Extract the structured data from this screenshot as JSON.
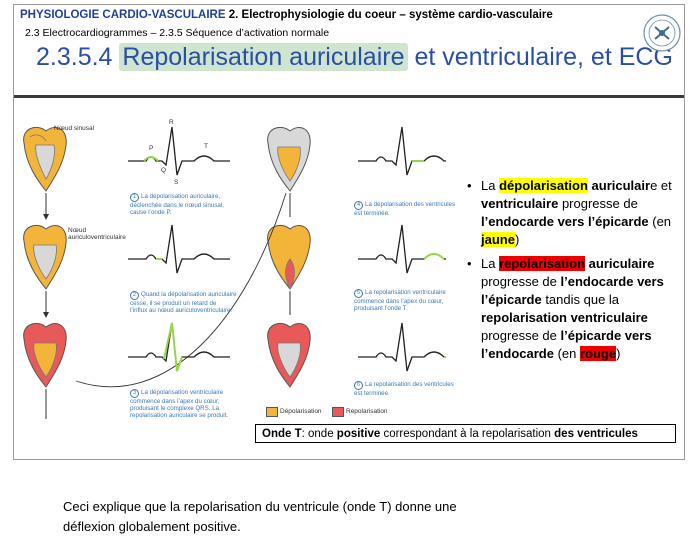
{
  "header": {
    "course": "PHYSIOLOGIE CARDIO-VASCULAIRE",
    "chapter": "2. Electrophysiologie du coeur – système cardio-vasculaire",
    "subsection": "2.3 Electrocardiogrammes – 2.3.5 Séquence d’activation normale"
  },
  "title": {
    "number": "2.3.5.4",
    "highlight": "Repolarisation auriculaire",
    "rest": "et ventriculaire, et ECG"
  },
  "figure": {
    "label_sinus": "Nœud sinusal",
    "label_av_1": "Nœud",
    "label_av_2": "auriculoventriculaire",
    "wave_p": "P",
    "wave_q": "Q",
    "wave_r": "R",
    "wave_s": "S",
    "wave_t": "T",
    "caption1_num": "1",
    "caption1_lines": [
      "La dépolarisation auriculaire,",
      "déclenchée dans le nœud sinusal,",
      "cause l’onde P."
    ],
    "caption2_num": "2",
    "caption2_lines": [
      "Quand la dépolarisation auriculaire",
      "cesse, il se produit un retard de",
      "l’influx au nœud auriculoventriculaire."
    ],
    "caption3_num": "3",
    "caption3_lines": [
      "La dépolarisation ventriculaire",
      "commence dans l’apex du cœur,",
      "produisant le complexe QRS. La",
      "repolarisation auriculaire se produit."
    ],
    "caption4_num": "4",
    "caption4_lines": [
      "La dépolarisation des ventricules",
      "est terminée."
    ],
    "caption5_num": "5",
    "caption5_lines": [
      "La repolarisation ventriculaire",
      "commence dans l’apex du cœur,",
      "produisant l’onde T."
    ],
    "caption6_num": "6",
    "caption6_lines": [
      "La repolarisation des ventricules",
      "est terminée."
    ],
    "legend_depol": "Dépolarisation",
    "legend_repol": "Repolarisation",
    "colors": {
      "depol": "#f3b43a",
      "repol": "#e85a5a",
      "highlight": "#9ad34a"
    }
  },
  "bullets": {
    "b1": {
      "p1": "La ",
      "hl": "dépolarisation",
      "p2": " auriculair",
      "p3": "e et ",
      "p4": "ventriculaire",
      "p5": " progresse de ",
      "p6": "l’endocarde vers l’épicarde",
      "p7": " (en ",
      "hl2": "jaune",
      "p8": ")"
    },
    "b2": {
      "p1": "La ",
      "hl": "repolarisation",
      "p2": " auriculaire",
      "p3": " progresse de ",
      "p4": "l’endocarde vers l’épicarde",
      "p5": " tandis que la ",
      "p6": "repolarisation ventriculaire",
      "p7": " progresse de ",
      "p8": "l’épicarde vers l’endocarde",
      "p9": " (en ",
      "hl2": "rouge",
      "p10": ")"
    }
  },
  "note": {
    "label": "Onde T",
    "t1": ": onde ",
    "t2": "positive",
    "t3": " correspondant à la repolarisation ",
    "t4": "des ventricules"
  },
  "footer": {
    "line1": "Ceci explique que la repolarisation du ventricule (onde T) donne une",
    "line2": "déflexion globalement positive."
  }
}
